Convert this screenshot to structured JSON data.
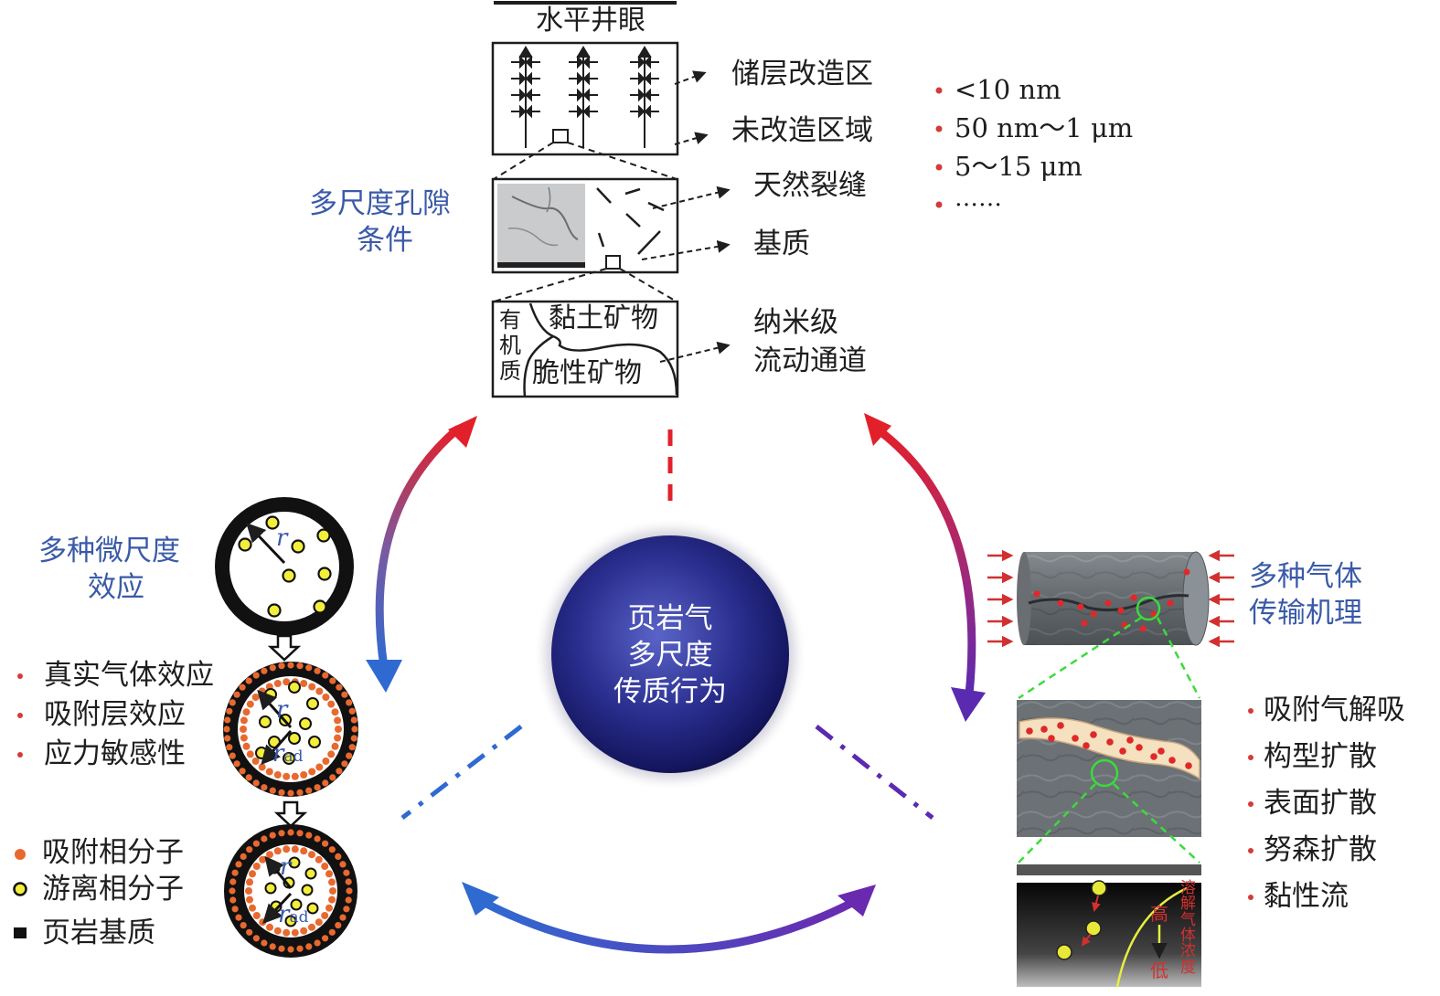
{
  "top": {
    "wellbore_label": "水平井眼",
    "reservoir_stimulated": "储层改造区",
    "unstimulated": "未改造区域",
    "natural_fracture": "天然裂缝",
    "matrix": "基质",
    "organic_line1": "有",
    "organic_line2": "机",
    "organic_line3": "质",
    "clay": "黏土矿物",
    "brittle": "脆性矿物",
    "nano_line1": "纳米级",
    "nano_line2": "流动通道",
    "pore_title_line1": "多尺度孔隙",
    "pore_title_line2": "条件",
    "scales": [
      "<10 nm",
      "50 nm～1 μm",
      "5～15 μm",
      "……"
    ]
  },
  "center": {
    "line1": "页岩气",
    "line2": "多尺度",
    "line3": "传质行为"
  },
  "left": {
    "title_line1": "多种微尺度",
    "title_line2": "效应",
    "effects": [
      "真实气体效应",
      "吸附层效应",
      "应力敏感性"
    ],
    "r_label": "r",
    "r_ad_main": "r",
    "r_ad_sub": "ad",
    "legend": [
      "吸附相分子",
      "游离相分子",
      "页岩基质"
    ]
  },
  "right": {
    "title_line1": "多种气体",
    "title_line2": "传输机理",
    "mechanisms": [
      "吸附气解吸",
      "构型扩散",
      "表面扩散",
      "努森扩散",
      "黏性流"
    ],
    "conc_label": "溶解气体浓度",
    "high": "高",
    "low": "低"
  },
  "colors": {
    "blue_text": "#3a5aa8",
    "red_accent": "#d23030",
    "adsorbed": "#e8692f",
    "free": "#f3ee3a",
    "sphere": "#20207a"
  }
}
